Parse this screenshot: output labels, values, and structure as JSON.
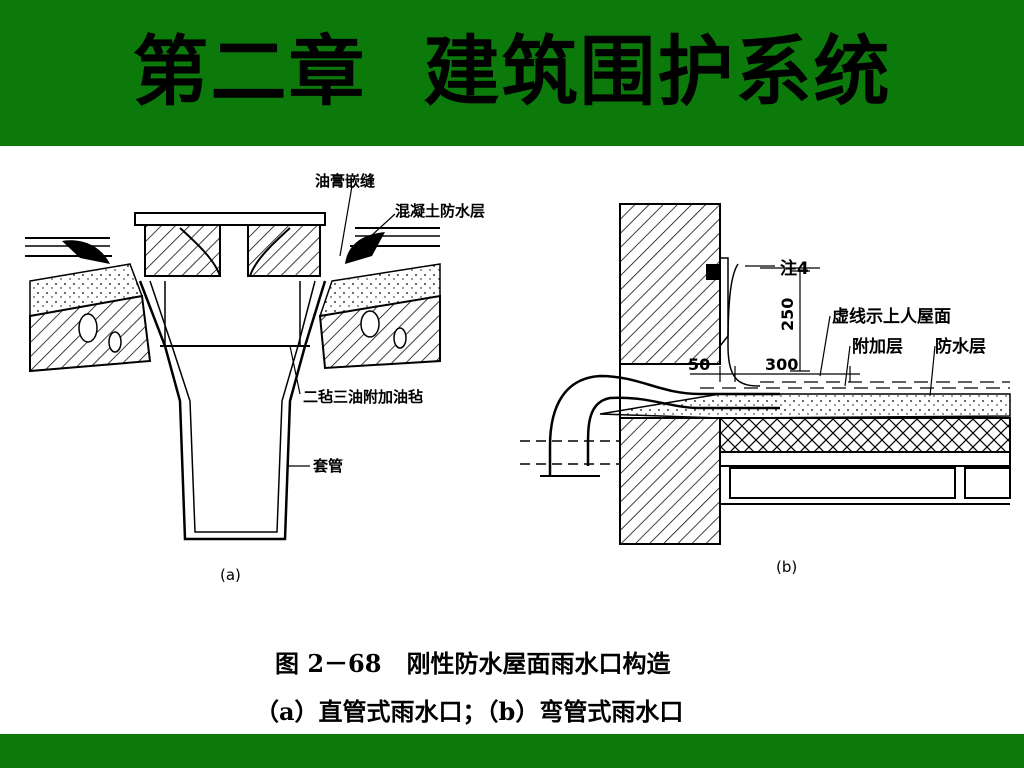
{
  "slide": {
    "title": "第二章  建筑围护系统",
    "accent_color": "#0b7a0b"
  },
  "figure_a": {
    "labels": {
      "oil_paste_seal": "油膏嵌缝",
      "concrete_waterproof": "混凝土防水层",
      "felt_layers": "二毡三油附加油毡",
      "sleeve_pipe": "套管"
    },
    "panel_label": "(a)"
  },
  "figure_b": {
    "labels": {
      "note": "注4",
      "dashed_roof": "虚线示上人屋面",
      "additional_layer": "附加层",
      "waterproof_layer": "防水层"
    },
    "dimensions": {
      "d250": "250",
      "d50": "50",
      "d300": "300"
    },
    "panel_label": "(b)"
  },
  "caption": {
    "line1": "图 2－68   刚性防水屋面雨水口构造",
    "line2": "（a）直管式雨水口；（b）弯管式雨水口"
  }
}
